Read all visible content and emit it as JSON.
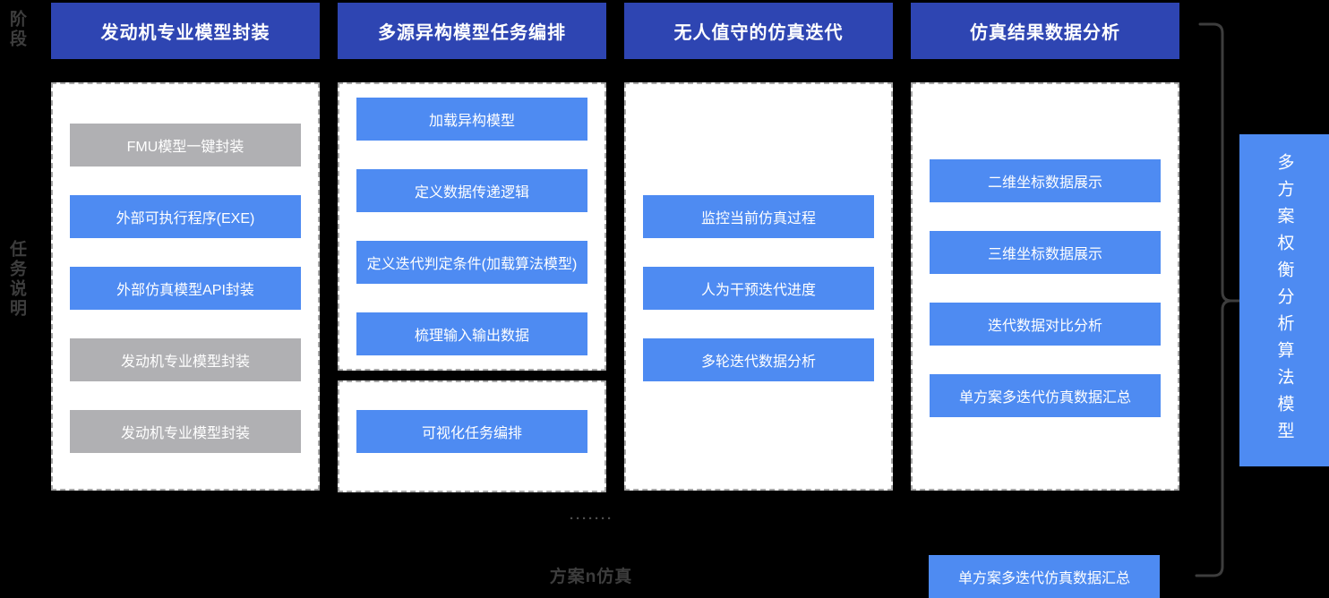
{
  "colors": {
    "background": "#000000",
    "header_bg": "#2e45b2",
    "chip_blue": "#4e8bf2",
    "chip_gray": "#b0b0b3",
    "panel_bg": "#ffffff",
    "dashed_border": "#a8a8a8",
    "line_dark": "#3d3d3d",
    "text_white": "#ffffff"
  },
  "side_labels": {
    "stage": "阶段",
    "tasks": "任务说明"
  },
  "columns": [
    {
      "header": "发动机专业模型封装",
      "panels": [
        {
          "buttons": [
            {
              "label": "FMU模型一键封装",
              "variant": "gray"
            },
            {
              "label": "外部可执行程序(EXE)",
              "variant": "blue"
            },
            {
              "label": "外部仿真模型API封装",
              "variant": "blue"
            },
            {
              "label": "发动机专业模型封装",
              "variant": "gray"
            },
            {
              "label": "发动机专业模型封装",
              "variant": "gray"
            }
          ]
        }
      ]
    },
    {
      "header": "多源异构模型任务编排",
      "panels": [
        {
          "buttons": [
            {
              "label": "加载异构模型",
              "variant": "blue"
            },
            {
              "label": "定义数据传递逻辑",
              "variant": "blue"
            },
            {
              "label": "定义迭代判定条件(加载算法模型)",
              "variant": "blue"
            },
            {
              "label": "梳理输入输出数据",
              "variant": "blue"
            }
          ]
        },
        {
          "buttons": [
            {
              "label": "可视化任务编排",
              "variant": "blue"
            }
          ]
        }
      ]
    },
    {
      "header": "无人值守的仿真迭代",
      "panels": [
        {
          "buttons": [
            {
              "label": "监控当前仿真过程",
              "variant": "blue"
            },
            {
              "label": "人为干预迭代进度",
              "variant": "blue"
            },
            {
              "label": "多轮迭代数据分析",
              "variant": "blue"
            }
          ]
        }
      ]
    },
    {
      "header": "仿真结果数据分析",
      "panels": [
        {
          "buttons": [
            {
              "label": "二维坐标数据展示",
              "variant": "blue"
            },
            {
              "label": "三维坐标数据展示",
              "variant": "blue"
            },
            {
              "label": "迭代数据对比分析",
              "variant": "blue"
            },
            {
              "label": "单方案多迭代仿真数据汇总",
              "variant": "blue"
            }
          ]
        }
      ]
    }
  ],
  "footer": {
    "ellipsis": "·······",
    "scheme_label": "方案n仿真",
    "summary_button": "单方案多迭代仿真数据汇总"
  },
  "right_panel": {
    "label": "多方案权衡分析算法模型"
  }
}
